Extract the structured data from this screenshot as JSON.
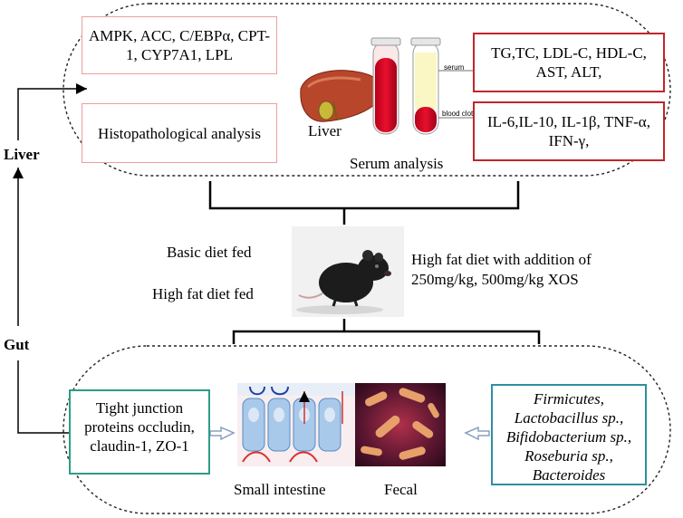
{
  "side_labels": {
    "liver": "Liver",
    "gut": "Gut"
  },
  "liver_section": {
    "genes": "AMPK, ACC, C/EBPα, CPT-1, CYP7A1, LPL",
    "histo": "Histopathological analysis",
    "liver_label": "Liver",
    "serum_analysis": "Serum analysis",
    "tube_labels": {
      "serum": "serum",
      "clot": "blood clot"
    },
    "serum_markers": "TG,TC, LDL-C, HDL-C, AST, ALT,",
    "cytokines": "IL-6,IL-10, IL-1β, TNF-α, IFN-γ,"
  },
  "diet": {
    "basic": "Basic diet fed",
    "high_fat": "High fat diet fed",
    "xos_line1": "High fat diet with addition of",
    "xos_line2": "250mg/kg, 500mg/kg XOS"
  },
  "gut_section": {
    "tight_junction": "Tight junction proteins occludin, claudin-1, ZO-1",
    "small_intestine": "Small intestine",
    "fecal": "Fecal",
    "bacteria": [
      "Firmicutes,",
      "Lactobacillus sp.,",
      "Bifidobacterium sp.,",
      "Roseburia sp.,",
      "Bacteroides"
    ]
  }
}
